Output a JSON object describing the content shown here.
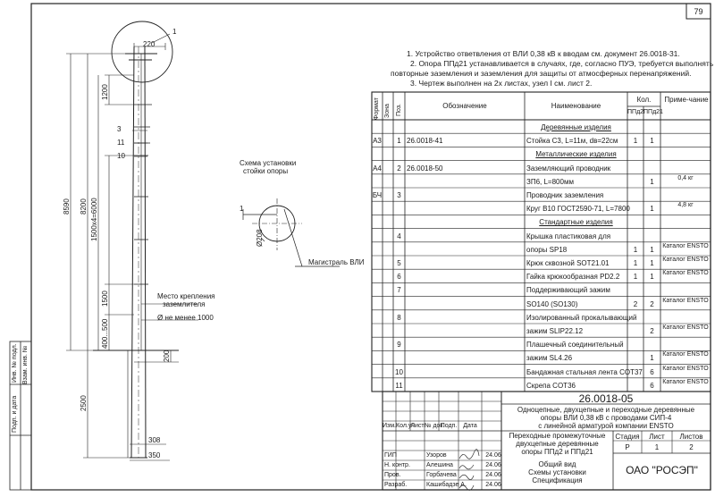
{
  "page_number": "79",
  "notes": [
    "1. Устройство ответвления от ВЛИ 0,38 кВ к вводам см. документ 26.0018-31.",
    "2. Опора ППд21 устанавливается в случаях, где, согласно ПУЭ, требуется выполнять",
    "повторные заземления и заземления для защиты от атмосферных перенапряжений.",
    "3. Чертеж выполнен на 2х листах, узел I см. лист 2."
  ],
  "drawing": {
    "dims": {
      "d220": "220",
      "d1200": "1200",
      "d8590": "8590",
      "d8200": "8200",
      "d1500x4": "1500х4=6000",
      "d1500": "1500",
      "d400_500": "400...500",
      "d2500": "2500",
      "d200": "200",
      "d308": "308",
      "d350": "350",
      "d208": "Ø208"
    },
    "leaders": {
      "l1a": "1",
      "l3": "3",
      "l11": "11",
      "l10": "10",
      "l1b": "1"
    },
    "fixing_label_1": "Место крепления",
    "fixing_label_2": "заземлителя",
    "min_label": "Ø не менее 1000",
    "scheme_title_1": "Схема установки",
    "scheme_title_2": "стойки опоры",
    "main_line_label": "Магистраль ВЛИ"
  },
  "spec": {
    "headers": {
      "format": "Формат",
      "zone": "Зона",
      "pos": "Поз.",
      "designation": "Обозначение",
      "name": "Наименование",
      "qty": "Кол.",
      "qty_a": "ППд2",
      "qty_b": "ППд21",
      "note": "Приме-чание"
    },
    "rows": [
      {
        "type": "section",
        "name": "Деревянные изделия"
      },
      {
        "format": "А3",
        "pos": "1",
        "designation": "26.0018-41",
        "name": "Стойка С3, L=11м, dв=22см",
        "qa": "1",
        "qb": "1",
        "note": ""
      },
      {
        "type": "section",
        "name": "Металлические изделия"
      },
      {
        "format": "А4",
        "pos": "2",
        "designation": "26.0018-50",
        "name": "Заземляющий проводник",
        "qa": "",
        "qb": "",
        "note": ""
      },
      {
        "format": "",
        "pos": "",
        "designation": "",
        "name": "ЗП6, L=800мм",
        "qa": "",
        "qb": "1",
        "note": "0,4 кг"
      },
      {
        "format": "БЧ",
        "pos": "3",
        "designation": "",
        "name": "Проводник заземления",
        "qa": "",
        "qb": "",
        "note": ""
      },
      {
        "format": "",
        "pos": "",
        "designation": "",
        "name": "Круг В10 ГОСТ2590-71, L=7800",
        "qa": "",
        "qb": "1",
        "note": "4,8 кг"
      },
      {
        "type": "section",
        "name": "Стандартные изделия"
      },
      {
        "format": "",
        "pos": "4",
        "designation": "",
        "name": "Крышка пластиковая для",
        "qa": "",
        "qb": "",
        "note": ""
      },
      {
        "format": "",
        "pos": "",
        "designation": "",
        "name": "опоры SP18",
        "qa": "1",
        "qb": "1",
        "note": "Каталог ENSTO"
      },
      {
        "format": "",
        "pos": "5",
        "designation": "",
        "name": "Крюк сквозной SOT21.01",
        "qa": "1",
        "qb": "1",
        "note": "Каталог ENSTO"
      },
      {
        "format": "",
        "pos": "6",
        "designation": "",
        "name": "Гайка крюкообразная PD2.2",
        "qa": "1",
        "qb": "1",
        "note": "Каталог ENSTO"
      },
      {
        "format": "",
        "pos": "7",
        "designation": "",
        "name": "Поддерживающий зажим",
        "qa": "",
        "qb": "",
        "note": ""
      },
      {
        "format": "",
        "pos": "",
        "designation": "",
        "name": "SO140 (SO130)",
        "qa": "2",
        "qb": "2",
        "note": "Каталог ENSTO"
      },
      {
        "format": "",
        "pos": "8",
        "designation": "",
        "name": "Изолированный прокалывающий",
        "qa": "",
        "qb": "",
        "note": ""
      },
      {
        "format": "",
        "pos": "",
        "designation": "",
        "name": "зажим SLIP22.12",
        "qa": "",
        "qb": "2",
        "note": "Каталог ENSTO"
      },
      {
        "format": "",
        "pos": "9",
        "designation": "",
        "name": "Плашечный соединительный",
        "qa": "",
        "qb": "",
        "note": ""
      },
      {
        "format": "",
        "pos": "",
        "designation": "",
        "name": "зажим SL4.26",
        "qa": "",
        "qb": "1",
        "note": "Каталог ENSTO"
      },
      {
        "format": "",
        "pos": "10",
        "designation": "",
        "name": "Бандажная стальная лента COT37",
        "qa": "",
        "qb": "6",
        "note": "Каталог ENSTO"
      },
      {
        "format": "",
        "pos": "11",
        "designation": "",
        "name": "Скрепа COT36",
        "qa": "",
        "qb": "6",
        "note": "Каталог ENSTO"
      }
    ]
  },
  "title_block": {
    "doc_number": "26.0018-05",
    "doc_title_1": "Одноцепные, двухцепные и переходные деревянные",
    "doc_title_2": "опоры ВЛИ 0,38 кВ с проводами СИП-4",
    "doc_title_3": "с линейной арматурой компании ENSTO",
    "sheet_title_1": "Переходные промежуточные",
    "sheet_title_2": "двухцепные деревянные",
    "sheet_title_3": "опоры ППд2 и ППд21",
    "sheet_title_4": "Общий вид",
    "sheet_title_5": "Схемы установки",
    "sheet_title_6": "Спецификация",
    "stage_label": "Стадия",
    "sheet_label": "Лист",
    "sheets_label": "Листов",
    "stage": "Р",
    "sheet": "1",
    "sheets": "2",
    "company": "ОАО \"РОСЭП\"",
    "rev_headers": [
      "Изм.",
      "Кол.уч",
      "Лист",
      "№ док.",
      "Подп.",
      "Дата"
    ],
    "signers": [
      {
        "role": "ГИП",
        "name": "Узоров",
        "date": "24.06"
      },
      {
        "role": "Н. контр.",
        "name": "Алешина",
        "date": "24.06"
      },
      {
        "role": "Пров.",
        "name": "Горбачева",
        "date": "24.06"
      },
      {
        "role": "Разраб.",
        "name": "Кашибадзе А.",
        "date": "24.06"
      }
    ]
  },
  "side_stamps": [
    "Инв. № подл.",
    "Подп. и дата",
    "Взам. инв. №"
  ]
}
